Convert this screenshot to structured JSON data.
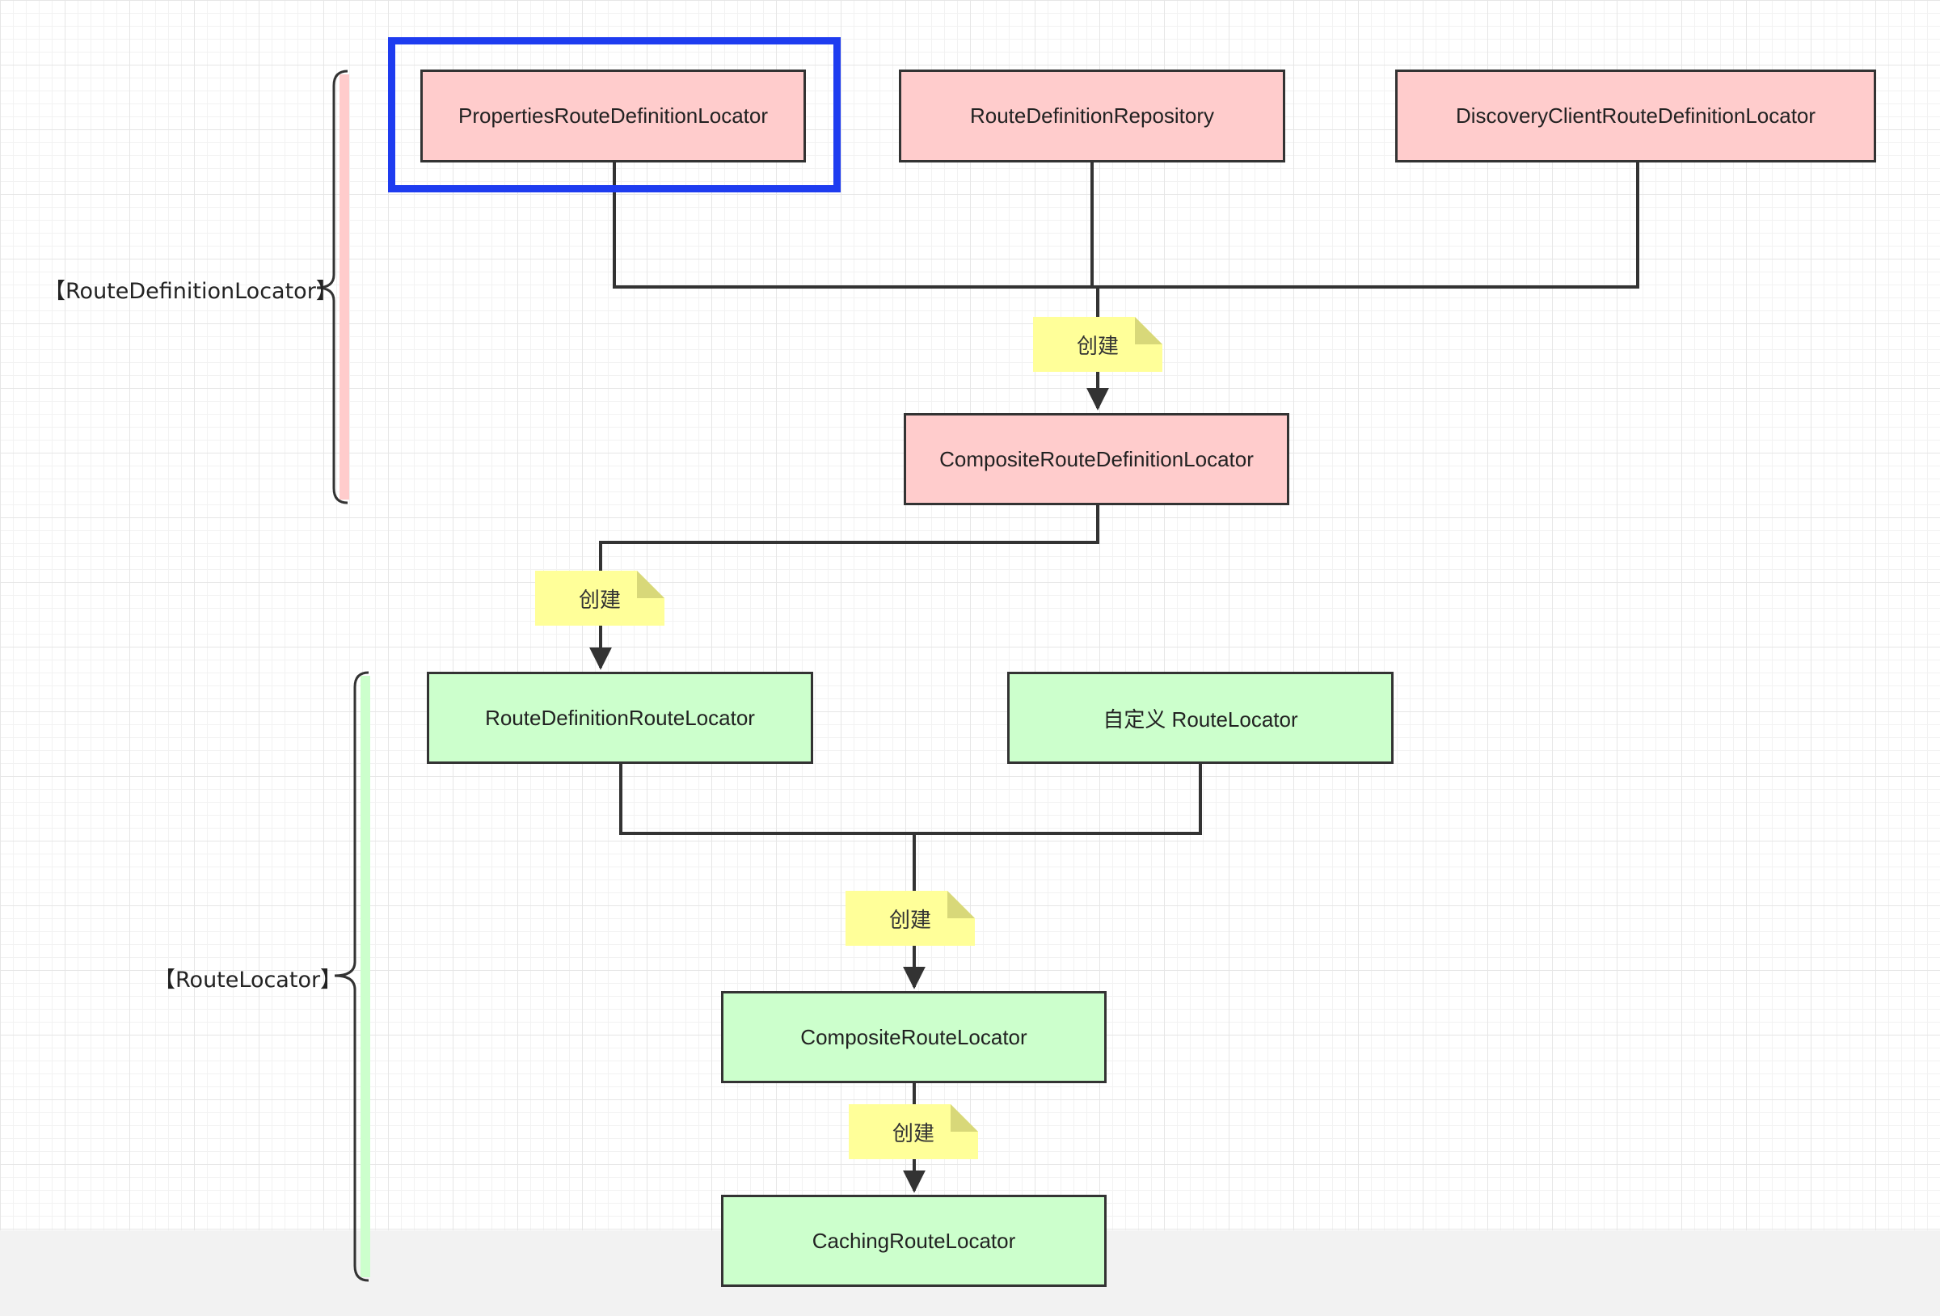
{
  "groups": {
    "route_definition_locator": {
      "label": "【RouteDefinitionLocator】",
      "color": "#ffcccc"
    },
    "route_locator": {
      "label": "【RouteLocator】",
      "color": "#ccffcc"
    }
  },
  "nodes": {
    "properties": "PropertiesRouteDefinitionLocator",
    "repository": "RouteDefinitionRepository",
    "discovery": "DiscoveryClientRouteDefinitionLocator",
    "composite_definition": "CompositeRouteDefinitionLocator",
    "definition_route_locator": "RouteDefinitionRouteLocator",
    "custom_route_locator": "自定义 RouteLocator",
    "composite_route_locator": "CompositeRouteLocator",
    "caching_route_locator": "CachingRouteLocator"
  },
  "notes": {
    "create_1": "创建",
    "create_2": "创建",
    "create_3": "创建",
    "create_4": "创建"
  },
  "colors": {
    "pink_node": "#ffcccc",
    "green_node": "#ccffcc",
    "note": "#ffff99",
    "highlight": "#1e3cf0"
  }
}
